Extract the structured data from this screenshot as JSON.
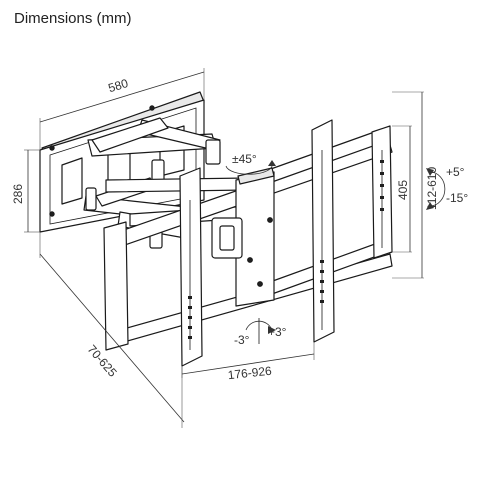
{
  "title": "Dimensions (mm)",
  "dimensions": {
    "width_plate": "580",
    "height_plate": "286",
    "arm_extension": "70-625",
    "horizontal_mount": "176-926",
    "vertical_mount": "112-610",
    "bracket_height": "405"
  },
  "angles": {
    "swivel": "±45°",
    "tilt_up": "+5°",
    "tilt_down": "-15°",
    "rotate_left": "-3°",
    "rotate_right": "+3°"
  }
}
